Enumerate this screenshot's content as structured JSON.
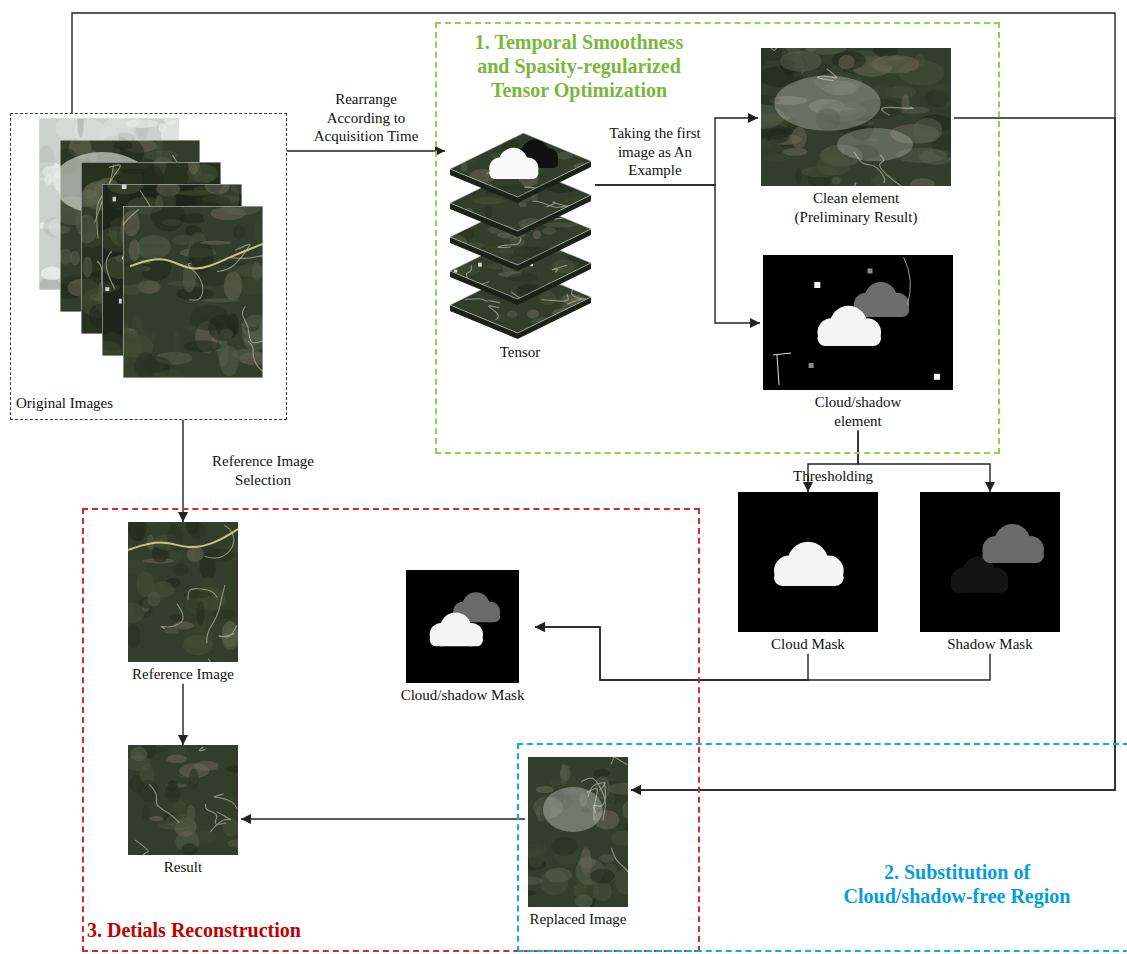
{
  "diagram": {
    "nodes": [
      {
        "text": [
          "Original Images"
        ]
      },
      {
        "text": [
          "1. Temporal Smoothness and Spasity-regularized Tensor Optimization"
        ]
      },
      {
        "text": [
          "Tensor"
        ],
        "in": 1
      },
      {
        "text": [
          "Clean element (Preliminary Result)"
        ],
        "in": 1
      },
      {
        "text": [
          "Cloud/shadow element"
        ],
        "in": 1
      },
      {
        "text": [
          "Cloud Mask"
        ]
      },
      {
        "text": [
          "Shadow Mask"
        ]
      },
      {
        "text": [
          "3. Detials Reconstruction"
        ]
      },
      {
        "text": [
          "Reference Image"
        ],
        "in": 7
      },
      {
        "text": [
          "Cloud/shadow Mask"
        ],
        "in": 7
      },
      {
        "text": [
          "Result"
        ],
        "in": 7
      },
      {
        "text": [
          "2. Substitution of Cloud/shadow-free Region"
        ]
      },
      {
        "text": [
          "Replaced Image"
        ],
        "in": 11
      }
    ],
    "edges": [
      {
        "from": 0,
        "to": 2,
        "arrow": "to",
        "label": "Rearrange According to Acquisition Time"
      },
      {
        "from": 2,
        "to": 3,
        "arrow": "to",
        "label": "Taking the first image as An Example"
      },
      {
        "from": 2,
        "to": 4,
        "arrow": "to"
      },
      {
        "from": 4,
        "to": 5,
        "arrow": "to",
        "label": "Thresholding"
      },
      {
        "from": 4,
        "to": 6,
        "arrow": "to"
      },
      {
        "from": 5,
        "to": 9,
        "arrow": "to"
      },
      {
        "from": 6,
        "to": 9,
        "arrow": "to"
      },
      {
        "from": 0,
        "to": 12,
        "arrow": "to"
      },
      {
        "from": 3,
        "to": 12,
        "arrow": "to"
      },
      {
        "from": 0,
        "to": 8,
        "arrow": "to",
        "label": "Reference Image Selection"
      },
      {
        "from": 8,
        "to": 10,
        "arrow": "to"
      },
      {
        "from": 12,
        "to": 10,
        "arrow": "to"
      }
    ]
  }
}
